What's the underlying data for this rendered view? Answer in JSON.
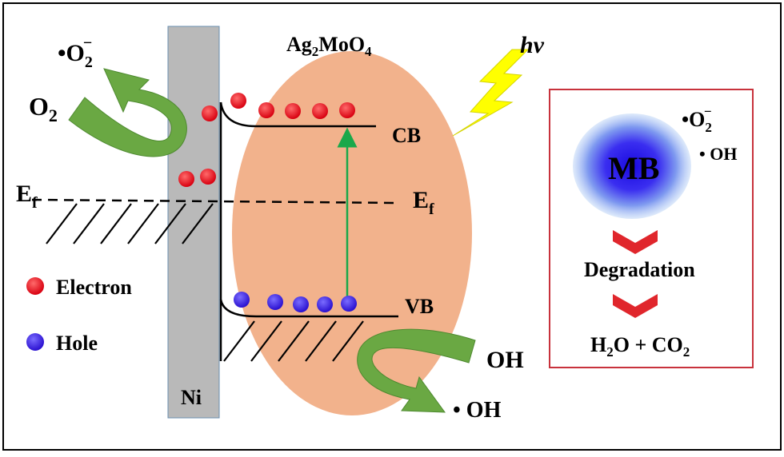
{
  "labels": {
    "superoxide_main": "•O",
    "superoxide_main_sub": "2",
    "superoxide_main_sup": "−",
    "o2": "O",
    "o2_sub": "2",
    "fermi_left": "E",
    "fermi_left_sub": "f",
    "fermi_right": "E",
    "fermi_right_sub": "f",
    "ag_main": "Ag",
    "ag_sub1": "2",
    "ag_mid": "MoO",
    "ag_sub2": "4",
    "hv": "hv",
    "cb": "CB",
    "vb": "VB",
    "ni": "Ni",
    "oh_in": "OH",
    "oh_out": "• OH",
    "legend_electron": "Electron",
    "legend_hole": "Hole"
  },
  "panel": {
    "mb": "MB",
    "superoxide": "•O",
    "superoxide_sub": "2",
    "superoxide_sup": "−",
    "hydroxyl": "• OH",
    "degradation": "Degradation",
    "product_h2o": "H",
    "product_h2o_sub": "2",
    "product_o": "O + CO",
    "product_co2_sub": "2"
  },
  "colors": {
    "electron": "#e8141a",
    "hole": "#3b22e0",
    "semiconductor": "#f2b28c",
    "metal": "#b9b9b9",
    "arrow": "#6aa843",
    "lightning": "#ffff00",
    "excitation_arrow": "#1aa84a",
    "panel_border": "#c8323c",
    "chevron": "#e0262c",
    "mb_core": "#2410e6"
  }
}
